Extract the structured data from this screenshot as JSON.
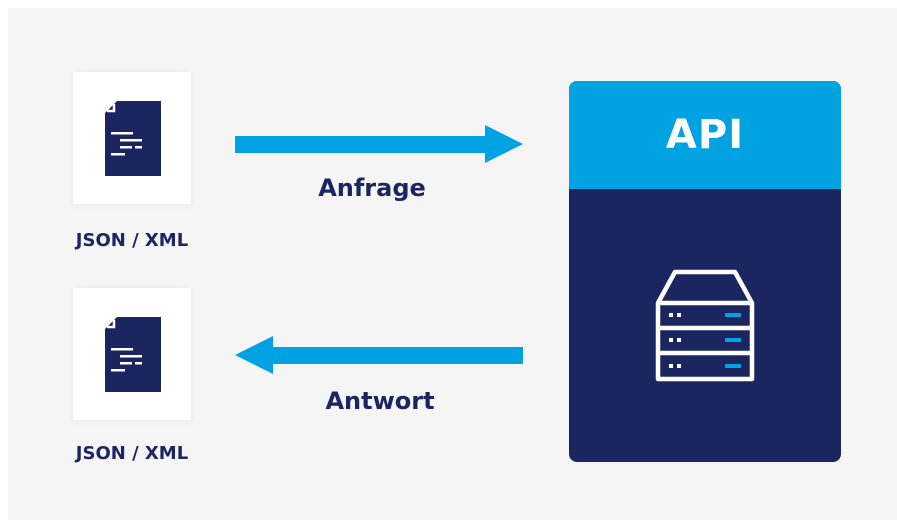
{
  "colors": {
    "navy": "#1b2560",
    "accent_blue": "#00a2e2",
    "background": "#f5f5f5",
    "white": "#ffffff"
  },
  "request": {
    "format_label": "JSON / XML",
    "arrow_label": "Anfrage",
    "icon": "document-icon"
  },
  "response": {
    "format_label": "JSON / XML",
    "arrow_label": "Antwort",
    "icon": "document-icon"
  },
  "api": {
    "title": "API",
    "icon": "server-icon"
  }
}
